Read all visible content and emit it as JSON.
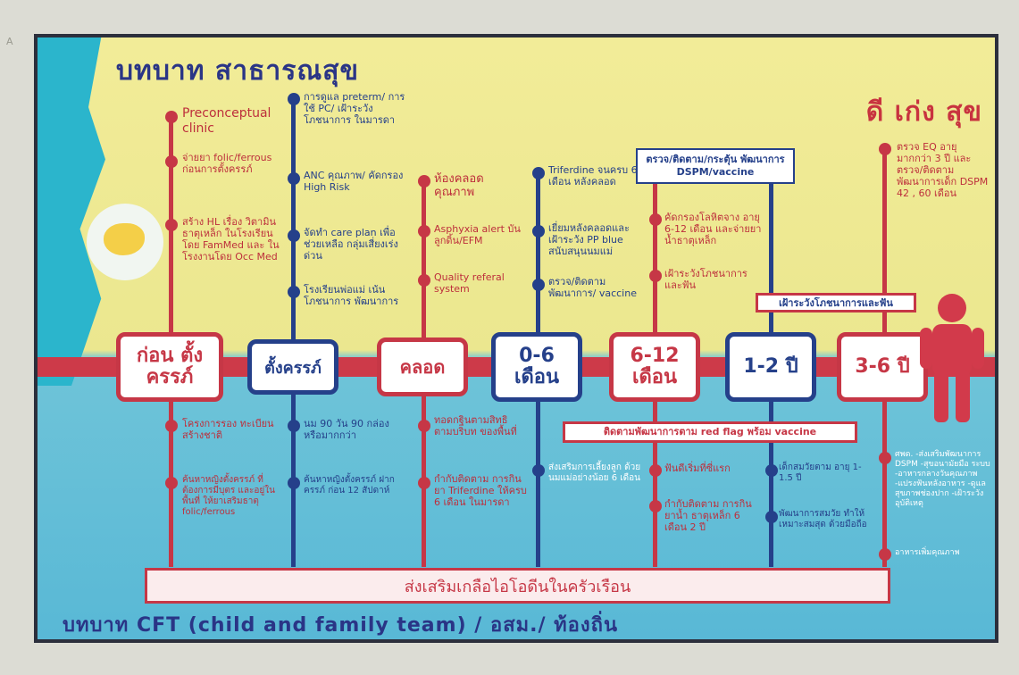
{
  "page_mark": "A",
  "titles": {
    "top": "บทบาท สาธารณสุข",
    "right": "ดี เก่ง สุข",
    "bottom": "บทบาท CFT (child and family team) / อสม./ ท้องถิ่น"
  },
  "stages": [
    {
      "label": "ก่อน ตั้งครรภ์"
    },
    {
      "label": "ตั้งครรภ์"
    },
    {
      "label": "คลอด"
    },
    {
      "label": "0-6 เดือน"
    },
    {
      "label": "6-12 เดือน"
    },
    {
      "label": "1-2 ปี"
    },
    {
      "label": "3-6 ปี"
    }
  ],
  "upper_items": {
    "preconception": [
      "Preconceptual clinic",
      "จ่ายยา folic/ferrous ก่อนการตั้งครรภ์",
      "สร้าง HL เรื่อง วิตามินธาตุเหล็ก ในโรงเรียน โดย FamMed และ ในโรงงานโดย Occ Med"
    ],
    "pregnancy": [
      "การดูแล preterm/ การใช้ PC/ เฝ้าระวังโภชนาการ ในมารดา",
      "ANC คุณภาพ/ คัดกรอง High Risk",
      "จัดทำ care plan เพื่อช่วยเหลือ กลุ่มเสี่ยงเร่งด่วน",
      "โรงเรียนพ่อแม่ เน้นโภชนาการ พัฒนาการ"
    ],
    "delivery": [
      "ห้องคลอด คุณภาพ",
      "Asphyxia alert บันลูกดิ้น/EFM",
      "Quality referal system"
    ],
    "infant_0_6": [
      "Triferdine จนครบ 6 เดือน หลังคลอด",
      "เยี่ยมหลังคลอดและ เฝ้าระวัง PP blue สนับสนุนนมแม่",
      "ตรวจ/ติดตาม พัฒนาการ/ vaccine"
    ],
    "infant_6_12": [
      "คัดกรองโลหิตจาง อายุ 6-12 เดือน และจ่ายยาน้ำธาตุเหล็ก",
      "เฝ้าระวังโภชนาการ และฟัน"
    ],
    "age_3_6": [
      "ตรวจ EQ อายุมากกว่า 3 ปี และตรวจ/ติดตาม พัฒนาการเด็ก DSPM 42 , 60 เดือน"
    ]
  },
  "notes": {
    "dspm": "ตรวจ/ติดตาม/กระตุ้น พัฒนาการ DSPM/vaccine",
    "nutrition_teeth": "เฝ้าระวังโภชนาการและฟัน",
    "red_flag": "ติดตามพัฒนาการตาม red flag พร้อม vaccine"
  },
  "lower_items": {
    "preconception": [
      "โครงการรอง ทะเบียนสร้างชาติ",
      "ค้นหาหญิงตั้งครรภ์ ที่ต้องการมีบุตร และอยู่ในพื้นที่ ให้ยาเสริมธาตุ folic/ferrous"
    ],
    "pregnancy": [
      "นม 90 วัน 90 กล่อง หรือมากกว่า",
      "ค้นหาหญิงตั้งครรภ์ ฝากครรภ์ ก่อน 12 สัปดาห์"
    ],
    "delivery": [
      "ทอดกฐินตามสิทธิ ตามบริบท ของพื้นที่",
      "กำกับติดตาม การกินยา Triferdine ให้ครบ 6 เดือน ในมารดา"
    ],
    "infant_0_6": [
      "ส่งเสริมการเลี้ยงลูก ด้วยนมแม่อย่างน้อย 6 เดือน"
    ],
    "infant_6_12": [
      "ฟันดีเริ่มที่ซี่แรก",
      "กำกับติดตาม การกินยาน้ำ ธาตุเหล็ก 6 เดือน 2 ปี"
    ],
    "age_1_2": [
      "เด็กสมวัยตาม อายุ 1-1.5 ปี",
      "พัฒนาการสมวัย ทำให้เหมาะสมสุด ด้วยมือถือ"
    ],
    "age_3_6": [
      "ศพด. -ส่งเสริมพัฒนาการ DSPM -สุขอนามัยมือ ระบบ -อาหารกลางวันคุณภาพ -แปรงฟันหลังอาหาร -ดูแลสุขภาพช่องปาก -เฝ้าระวังอุบัติเหตุ",
      "อาหารเพิ่มคุณภาพ"
    ]
  },
  "banner": "ส่งเสริมเกลือไอโอดีนในครัวเรือน",
  "colors": {
    "red": "#c63746",
    "blue": "#25408a",
    "yellow_bg": "#f2ec98",
    "cyan_bg": "#58b8d6"
  },
  "icons": [
    "fetus-icon",
    "child-figure-icon"
  ]
}
